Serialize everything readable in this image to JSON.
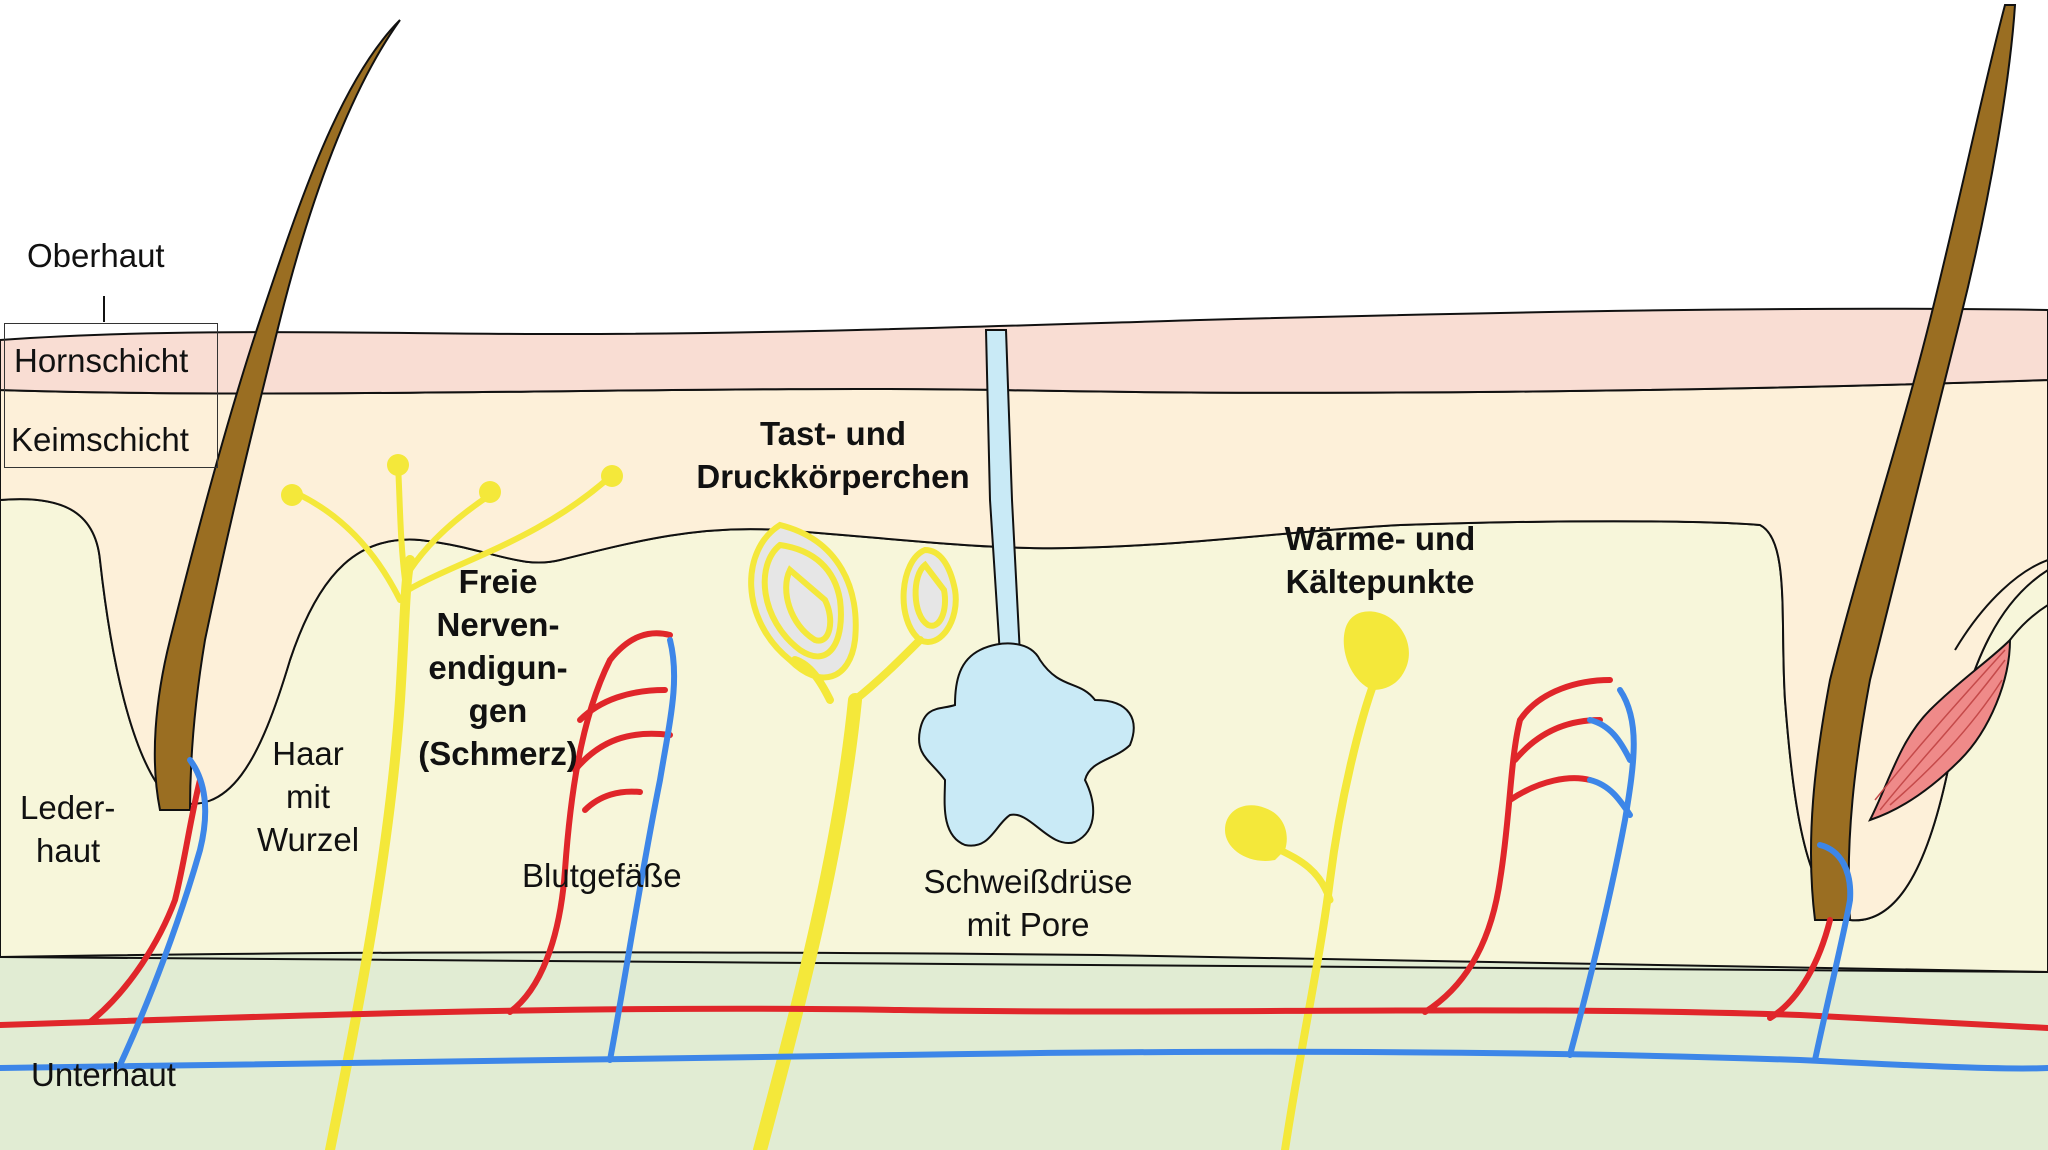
{
  "labels": {
    "oberhaut": "Oberhaut",
    "hornschicht": "Hornschicht",
    "keimschicht": "Keimschicht",
    "lederhaut_1": "Leder-",
    "lederhaut_2": "haut",
    "unterhaut": "Unterhaut",
    "haar_1": "Haar",
    "haar_2": "mit",
    "haar_3": "Wurzel",
    "freie_1": "Freie",
    "freie_2": "Nerven-",
    "freie_3": "endigun-",
    "freie_4": "gen",
    "freie_5": "(Schmerz)",
    "blutgefaesse": "Blutgefäße",
    "tast_1": "Tast- und",
    "tast_2": "Druckkörperchen",
    "schweiss_1": "Schweißdrüse",
    "schweiss_2": "mit Pore",
    "waerme_1": "Wärme- und",
    "waerme_2": "Kältepunkte"
  },
  "colors": {
    "hornschicht": "#f9ddd3",
    "keimschicht": "#fdf0d9",
    "lederhaut": "#f7f6da",
    "unterhaut": "#e1ecd3",
    "hair": "#9a6e22",
    "nerve": "#f4e83a",
    "artery": "#e0262a",
    "vein": "#3d86e8",
    "gland": "#c9eaf6",
    "muscle": "#ef8a89"
  }
}
